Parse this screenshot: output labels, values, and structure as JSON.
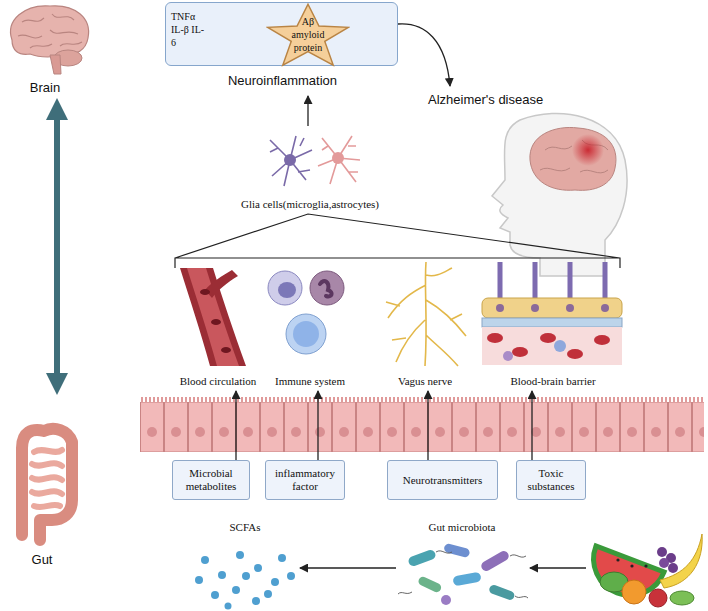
{
  "diagram": {
    "nodes": [
      {
        "text": [
          "TNFα IL-β IL-6",
          "Neuroinflammation"
        ]
      },
      {
        "text": [
          "Aβ amyloid protein"
        ],
        "in": 0
      },
      {
        "text": [
          "Microbial metabolites"
        ]
      },
      {
        "text": [
          "inflammatory factor"
        ]
      },
      {
        "text": [
          "Neurotransmitters"
        ]
      },
      {
        "text": [
          "Toxic substances"
        ]
      }
    ],
    "labels": [
      "Brain",
      "Alzheimer's disease",
      "Glia cells(microglia,astrocytes)",
      "Blood circulation",
      "Immune system",
      "Vagus nerve",
      "Blood-brain barrier",
      "Gut",
      "SCFAs",
      "Gut microbiota"
    ]
  }
}
